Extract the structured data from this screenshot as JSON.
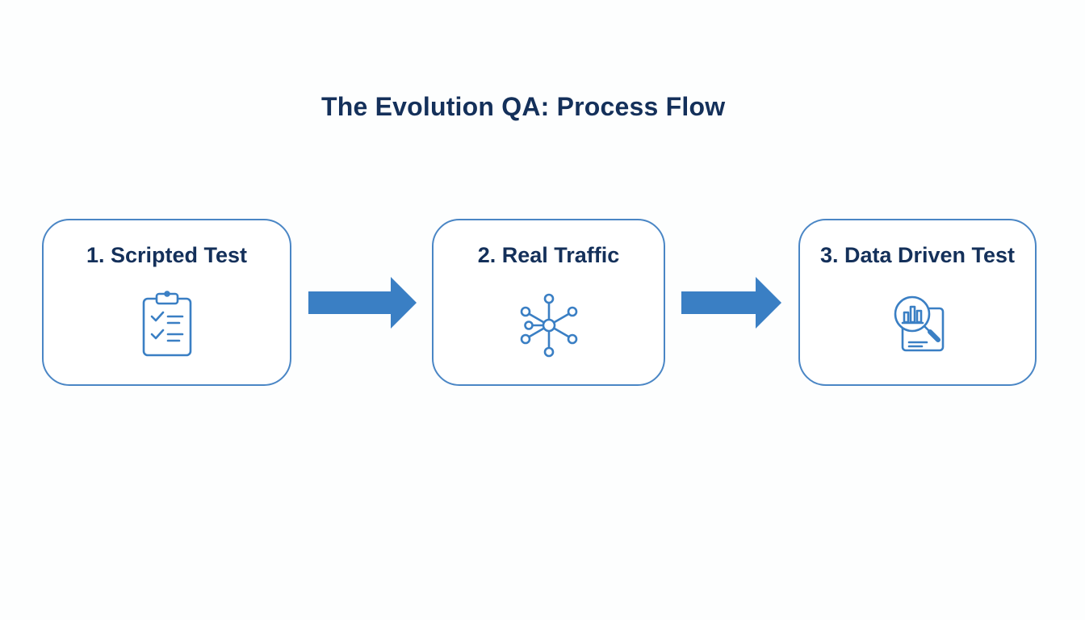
{
  "diagram": {
    "title": "The Evolution QA: Process Flow",
    "steps": [
      {
        "label": "1. Scripted Test",
        "icon": "clipboard-checklist-icon"
      },
      {
        "label": "2. Real Traffic",
        "icon": "network-hub-icon"
      },
      {
        "label": "3. Data Driven Test",
        "icon": "magnifier-chart-icon"
      }
    ],
    "colors": {
      "accent": "#3a7fc4",
      "border": "#4a86c5",
      "text": "#14305a",
      "background": "#fdfefe"
    }
  }
}
